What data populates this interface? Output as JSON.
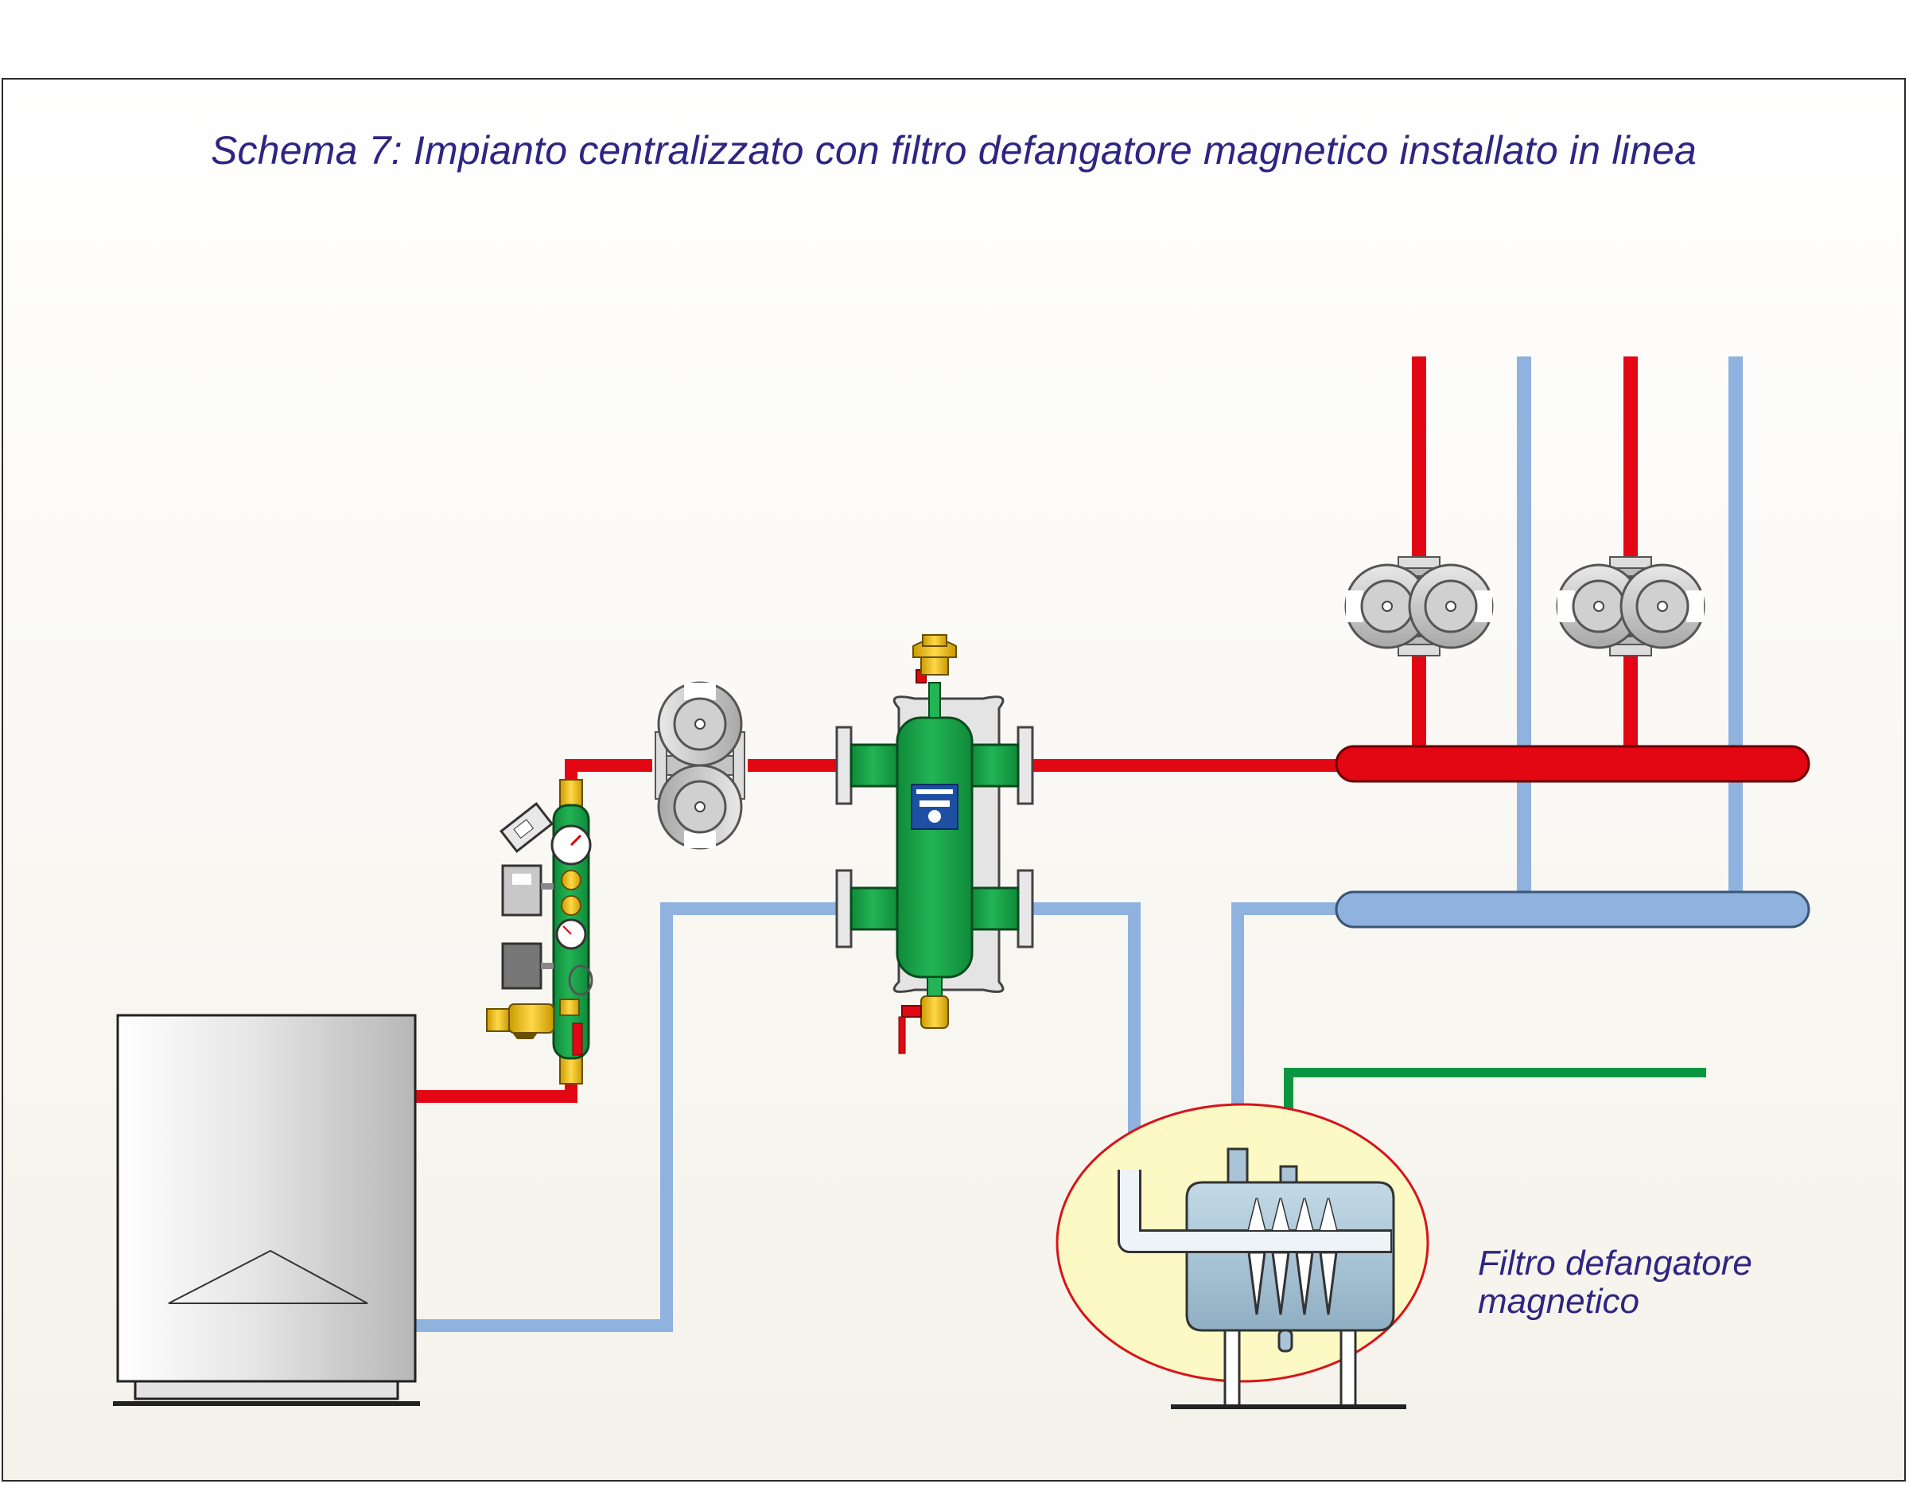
{
  "title": "Schema 7: Impianto centralizzato con filtro defangatore magnetico installato in linea",
  "callout": {
    "line1": "Filtro defangatore",
    "line2": "magnetico"
  },
  "colors": {
    "hot_pipe": "#e30613",
    "cold_pipe": "#8fb2df",
    "signal_pipe": "#0a9640",
    "title_text": "#2e2583",
    "separator_body": "#19a348",
    "filter_highlight": "#fdf9c4",
    "filter_outline": "#d7141a"
  },
  "components": [
    "boiler-icon",
    "boiler-safety-group-icon",
    "circulation-pump-icon",
    "hydraulic-separator-icon",
    "air-vent-valve-icon",
    "drain-valve-icon",
    "supply-manifold-icon",
    "return-manifold-icon",
    "zone-pump-icon",
    "magnetic-dirt-filter-icon"
  ]
}
